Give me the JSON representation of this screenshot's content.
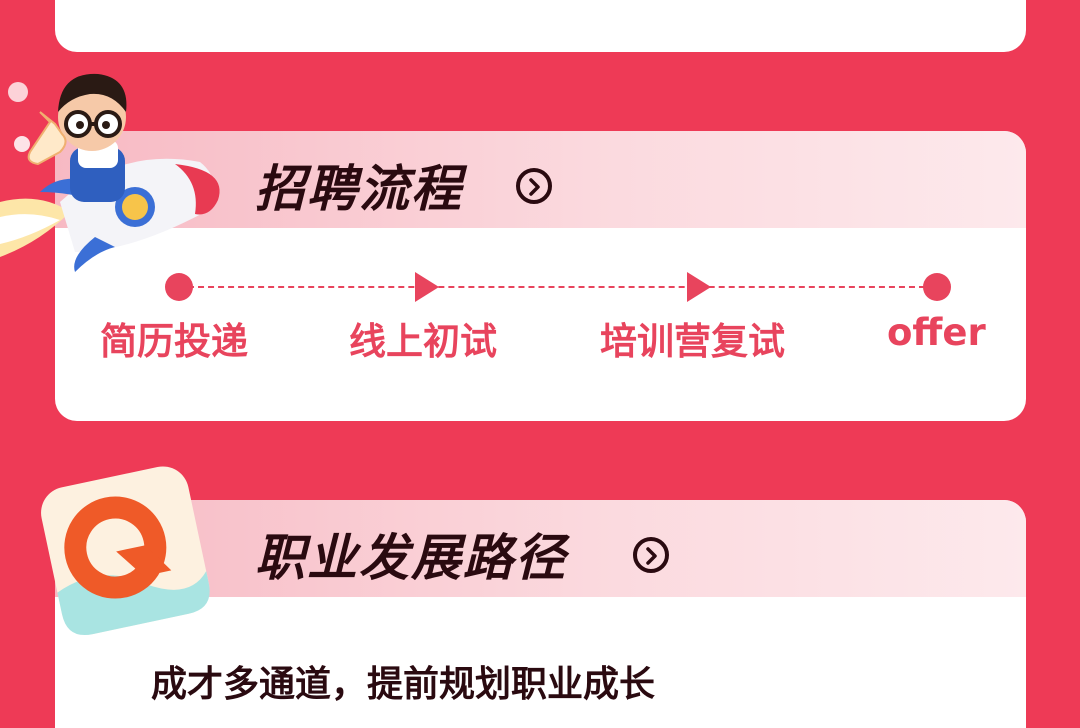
{
  "recruit": {
    "title": "招聘流程",
    "steps": [
      "简历投递",
      "线上初试",
      "培训营复试",
      "offer"
    ]
  },
  "career": {
    "title": "职业发展路径",
    "description": "成才多通道，提前规划职业成长"
  },
  "colors": {
    "background": "#ee3a56",
    "accent": "#e8445d",
    "title_text": "#2a0a10"
  },
  "icons": {
    "section_arrow": "circle-chevron-right-icon",
    "mascot": "rocket-mascot-illustration",
    "logo": "orange-q-logo-badge"
  }
}
